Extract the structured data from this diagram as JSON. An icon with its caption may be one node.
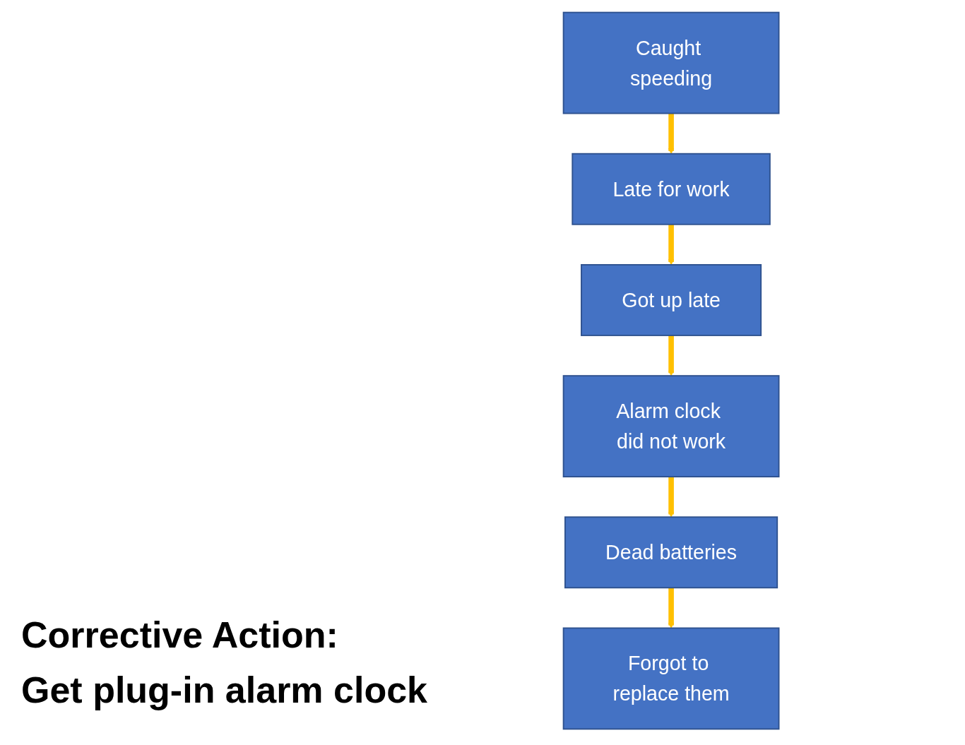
{
  "diagram": {
    "nodes": [
      {
        "text": [
          "Caught speeding"
        ]
      },
      {
        "text": [
          "Late for work"
        ]
      },
      {
        "text": [
          "Got up late"
        ]
      },
      {
        "text": [
          "Alarm clock did not work"
        ]
      },
      {
        "text": [
          "Dead batteries"
        ]
      },
      {
        "text": [
          "Forgot to replace them"
        ]
      }
    ],
    "edges": [
      {
        "from": 0,
        "to": 1,
        "arrow": "to"
      },
      {
        "from": 1,
        "to": 2,
        "arrow": "to"
      },
      {
        "from": 2,
        "to": 3,
        "arrow": "to"
      },
      {
        "from": 3,
        "to": 4,
        "arrow": "to"
      },
      {
        "from": 4,
        "to": 5,
        "arrow": "to"
      }
    ],
    "labels": [
      "Corrective Action:",
      "Get plug-in alarm clock"
    ]
  }
}
